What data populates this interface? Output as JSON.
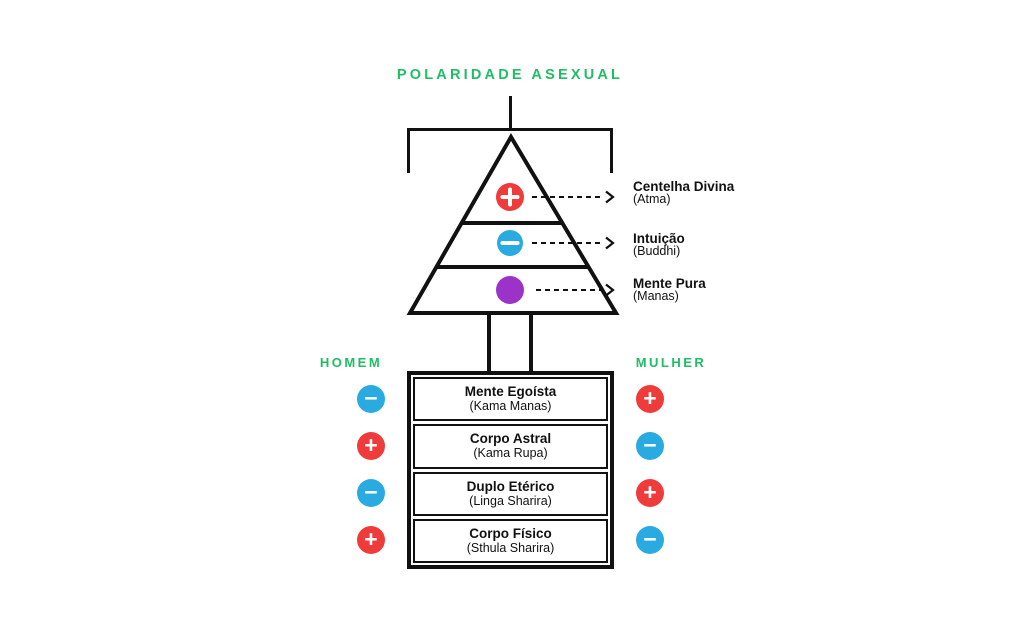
{
  "title": "POLARIDADE ASEXUAL",
  "column_headers": {
    "left": "HOMEM",
    "right": "MULHER"
  },
  "triangle_levels": [
    {
      "name": "Centelha Divina",
      "sub": "(Atma)",
      "polarity": "+",
      "dot_color": "#F03B3B"
    },
    {
      "name": "Intuição",
      "sub": "(Buddhi)",
      "polarity": "−",
      "dot_color": "#29ABE2"
    },
    {
      "name": "Mente Pura",
      "sub": "(Manas)",
      "polarity": "",
      "dot_color": "#9B33C9"
    }
  ],
  "body_rows": [
    {
      "name": "Mente Egoísta",
      "sub": "(Kama Manas)",
      "homem": "−",
      "mulher": "+"
    },
    {
      "name": "Corpo Astral",
      "sub": "(Kama Rupa)",
      "homem": "+",
      "mulher": "−"
    },
    {
      "name": "Duplo Etérico",
      "sub": "(Linga Sharira)",
      "homem": "−",
      "mulher": "+"
    },
    {
      "name": "Corpo Físico",
      "sub": "(Sthula Sharira)",
      "homem": "+",
      "mulher": "−"
    }
  ],
  "colors": {
    "accent_green": "#1FBE66",
    "positive_red": "#F03B3B",
    "negative_blue": "#29ABE2",
    "purple": "#9B33C9",
    "line_black": "#111111"
  }
}
